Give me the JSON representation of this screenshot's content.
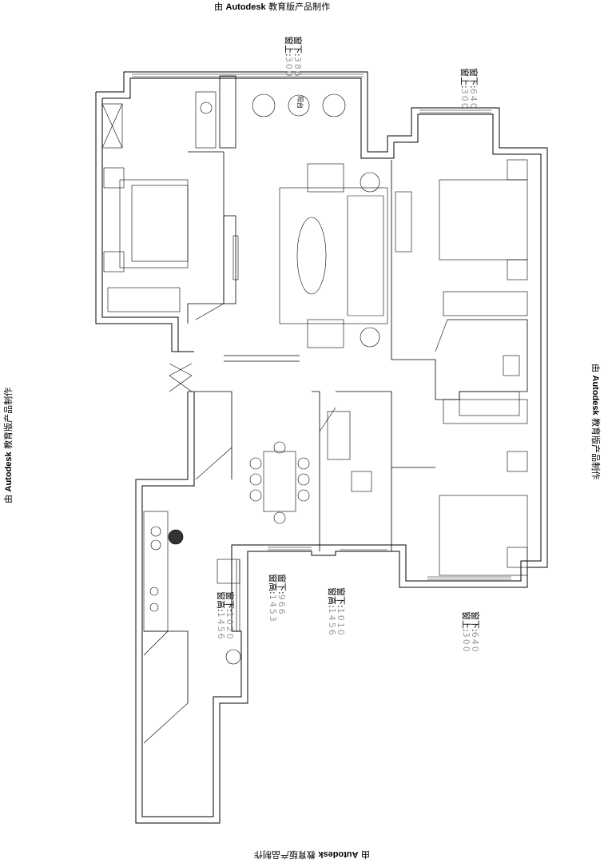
{
  "watermark": {
    "prefix": "由",
    "brand": "Autodesk",
    "suffix": "教育版产品制作"
  },
  "balcony_label": "阳台",
  "window_notes": [
    {
      "line1": "窗下:",
      "value1": "386",
      "line2": "窗上:",
      "value2": "300"
    },
    {
      "line1": "窗下:",
      "value1": "640",
      "line2": "窗上:",
      "value2": "300"
    },
    {
      "line1": "窗下:",
      "value1": "966",
      "line2": "窗高:",
      "value2": "1453"
    },
    {
      "line1": "窗下:",
      "value1": "1010",
      "line2": "窗高:",
      "value2": "1456"
    },
    {
      "line1": "窗下:",
      "value1": "1020",
      "line2": "窗高:",
      "value2": "1456"
    },
    {
      "line1": "窗下:",
      "value1": "640",
      "line2": "窗上:",
      "value2": "300"
    }
  ]
}
